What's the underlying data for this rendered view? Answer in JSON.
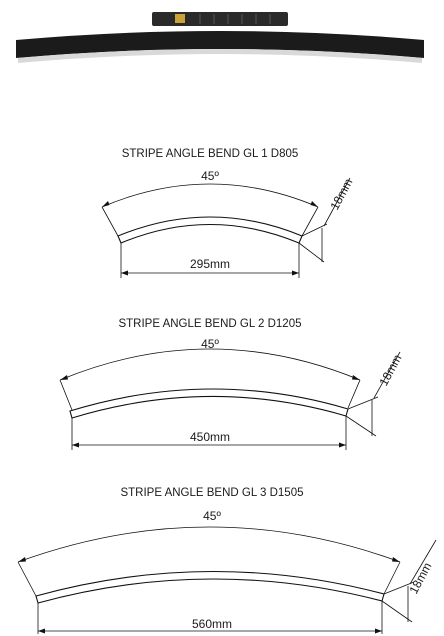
{
  "product": {
    "name": "product-photo",
    "body_color": "#1b1b1b",
    "diffuser_color": "#d9d9d9",
    "adapter_color": "#2a2a2a",
    "adapter_accent_color": "#c9a23a"
  },
  "drawings": [
    {
      "title": "STRIPE ANGLE BEND GL 1 D805",
      "angle_label": "45º",
      "width_label": "295mm",
      "height_label": "18mm"
    },
    {
      "title": "STRIPE ANGLE BEND GL 2 D1205",
      "angle_label": "45º",
      "width_label": "450mm",
      "height_label": "18mm"
    },
    {
      "title": "STRIPE ANGLE BEND GL 3 D1505",
      "angle_label": "45º",
      "width_label": "560mm",
      "height_label": "18mm"
    }
  ]
}
